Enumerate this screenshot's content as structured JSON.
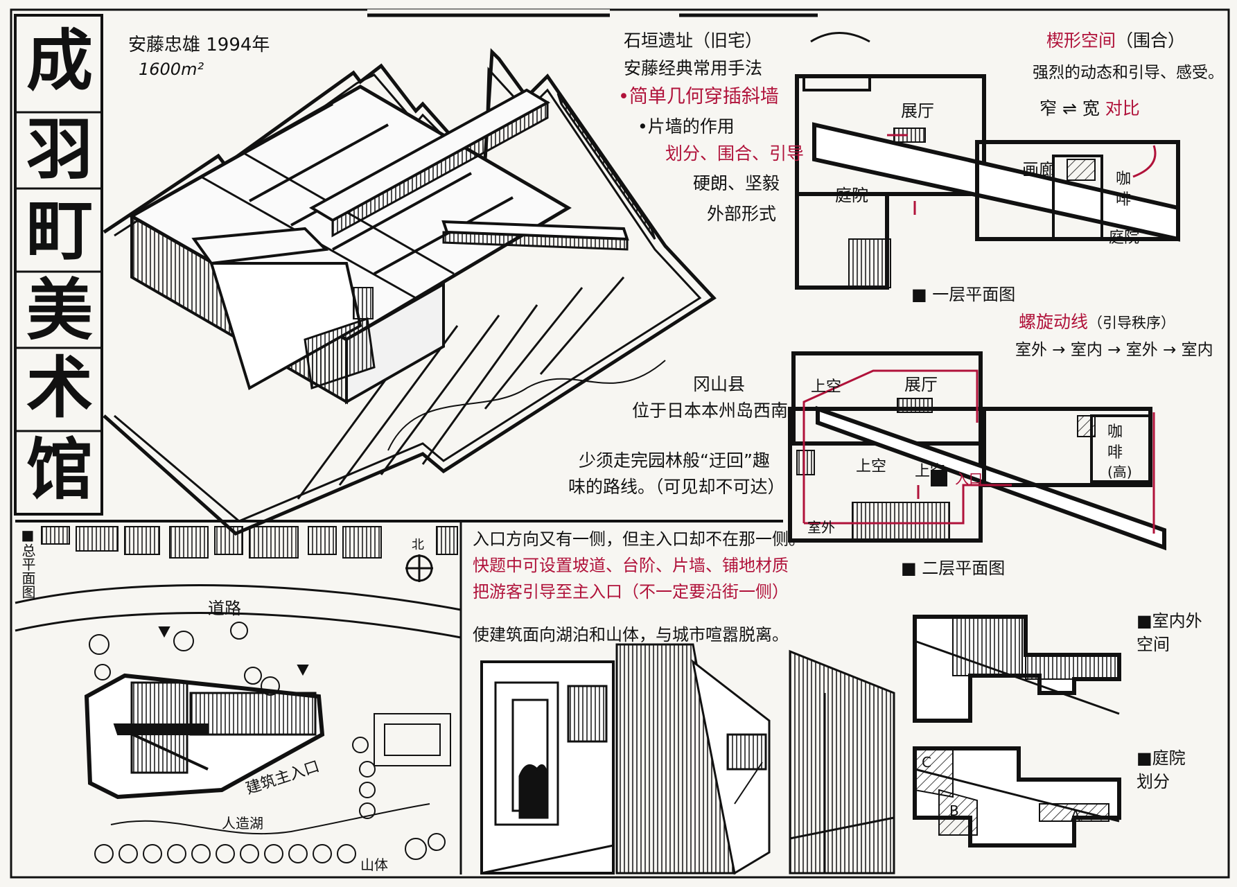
{
  "title": {
    "chars": [
      "成",
      "羽",
      "町",
      "美",
      "术",
      "馆"
    ]
  },
  "header": {
    "author_year": "安藤忠雄  1994年",
    "area": "1600m²"
  },
  "notes_top": {
    "line1": "石垣遗址（旧宅）",
    "line2": "安藤经典常用手法",
    "line3_red": "•简单几何穿插斜墙",
    "line4": "•片墙的作用",
    "line5_red": "划分、围合、引导",
    "line6": "硬朗、坚毅",
    "line7": "外部形式"
  },
  "notes_mid": {
    "loc1": "冈山县",
    "loc2": "位于日本本州岛西南",
    "path1": "少须走完园林般“迂回”趣",
    "path2": "味的路线。（可见却不可达）"
  },
  "notes_bottom": {
    "line1": "入口方向又有一侧，但主入口却不在那一侧。",
    "line2_red": "快题中可设置坡道、台阶、片墙、铺地材质",
    "line3_red": "把游客引导至主入口（不一定要沿街一侧）",
    "line4": "使建筑面向湖泊和山体，与城市喧嚣脱离。"
  },
  "wedge_notes": {
    "title_red": "楔形空间",
    "title_suffix": "（围合）",
    "line2": "强烈的动态和引导、感受。",
    "line3": "窄 ⇌ 宽",
    "line3_red": "对比"
  },
  "spiral_notes": {
    "title_red": "螺旋动线",
    "title_suffix": "（引导秩序）",
    "line2": "室外 → 室内 → 室外 → 室内"
  },
  "plan1": {
    "caption": "■ 一层平面图",
    "labels": {
      "hall": "展厅",
      "gallery": "画廊",
      "cafe1": "咖",
      "cafe2": "啡",
      "courtyard_left": "庭院",
      "courtyard_right": "庭院"
    }
  },
  "plan2": {
    "caption": "■ 二层平面图",
    "labels": {
      "void_top": "上空",
      "hall": "展厅",
      "void_left": "上空",
      "void_mid": "上空",
      "entrance": "入口",
      "cafe1": "咖",
      "cafe2": "啡",
      "cafe3": "(高)",
      "outdoor": "室外"
    }
  },
  "site_plan": {
    "label": "■总平面图",
    "road": "道路",
    "north": "北",
    "main_entrance": "建筑主入口",
    "lake": "人造湖",
    "mountain": "山体"
  },
  "diagrams": {
    "indoor_outdoor": "■室内外\n空间",
    "courtyard": "■庭院\n划分",
    "zone_a": "A",
    "zone_b": "B",
    "zone_c": "C"
  }
}
